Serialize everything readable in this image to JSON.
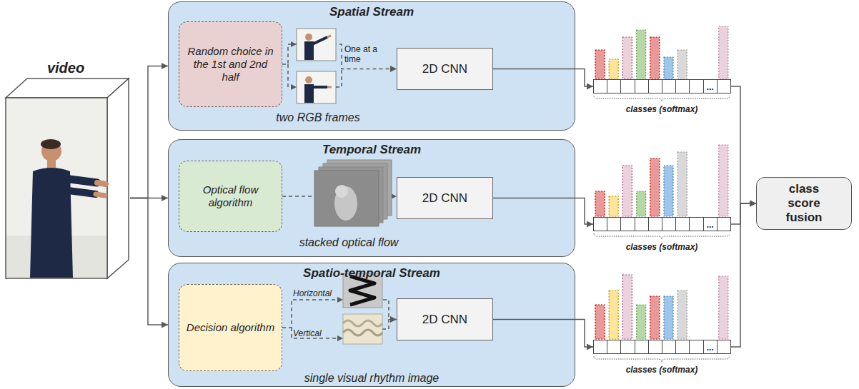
{
  "diagram": {
    "nodes": [
      {
        "text": [
          "video"
        ]
      },
      {
        "text": [
          "Spatial Stream"
        ]
      },
      {
        "text": [
          "Random choice in the 1st and 2nd half"
        ],
        "in": 1
      },
      {
        "text": [
          "2D CNN"
        ],
        "in": 1
      },
      {
        "text": [
          "Temporal Stream"
        ]
      },
      {
        "text": [
          "Optical flow algorithm"
        ],
        "in": 4
      },
      {
        "text": [
          "2D CNN"
        ],
        "in": 4
      },
      {
        "text": [
          "Spatio-temporal Stream"
        ]
      },
      {
        "text": [
          "Decision algorithm"
        ],
        "in": 7
      },
      {
        "text": [
          "2D CNN"
        ],
        "in": 7
      },
      {
        "text": [
          "...",
          "classes (softmax)"
        ]
      },
      {
        "text": [
          "...",
          "classes (softmax)"
        ]
      },
      {
        "text": [
          "...",
          "classes (softmax)"
        ]
      },
      {
        "text": [
          "class score fusion"
        ]
      }
    ],
    "edges": [
      {
        "from": 0,
        "to": 1,
        "arrow": "to"
      },
      {
        "from": 0,
        "to": 4,
        "arrow": "to"
      },
      {
        "from": 0,
        "to": 7,
        "arrow": "to"
      },
      {
        "from": 2,
        "to": 3,
        "arrow": "to"
      },
      {
        "from": 5,
        "to": 6,
        "arrow": "to"
      },
      {
        "from": 8,
        "to": 9,
        "arrow": "to"
      },
      {
        "from": 3,
        "to": 10,
        "arrow": "to"
      },
      {
        "from": 6,
        "to": 11,
        "arrow": "to"
      },
      {
        "from": 9,
        "to": 12,
        "arrow": "to"
      },
      {
        "from": 10,
        "to": 13,
        "arrow": "to"
      },
      {
        "from": 11,
        "to": 13,
        "arrow": "to"
      },
      {
        "from": 12,
        "to": 13,
        "arrow": "to"
      }
    ],
    "labels": [
      "One at a time",
      "two RGB frames",
      "stacked optical flow",
      "Horizontal",
      "Vertical",
      "single visual rhythm image"
    ]
  }
}
